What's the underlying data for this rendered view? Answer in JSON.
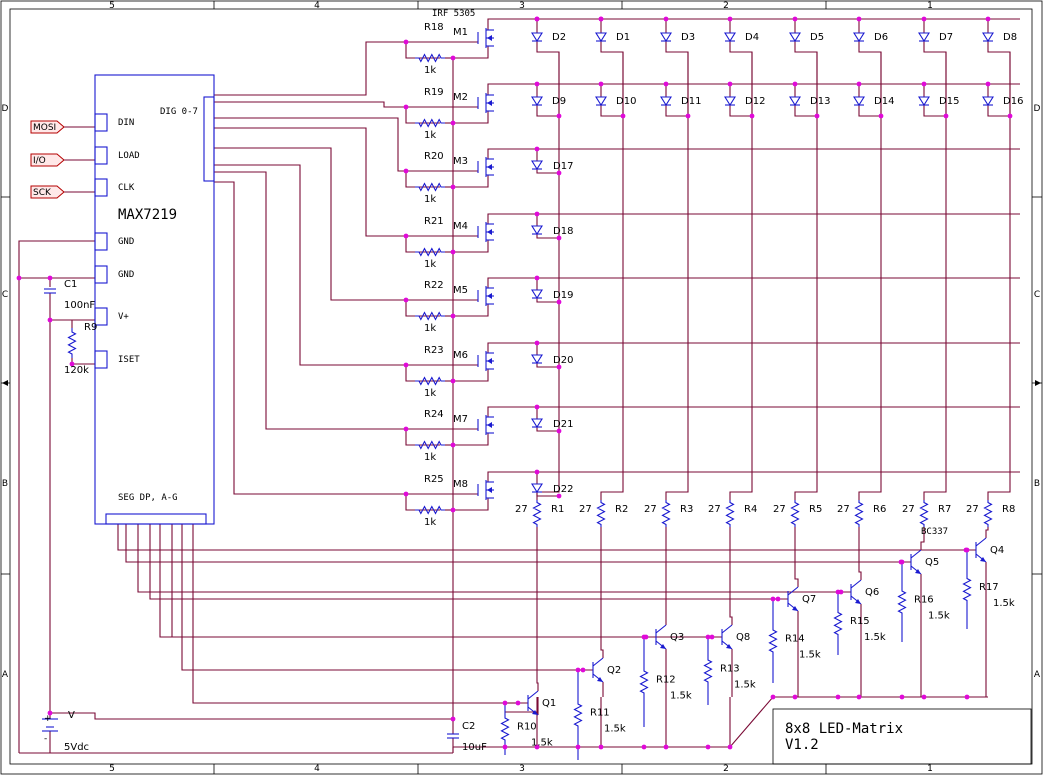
{
  "frame": {
    "cols_top": [
      "5",
      "4",
      "3",
      "2",
      "1"
    ],
    "cols_bottom": [
      "5",
      "4",
      "3",
      "2",
      "1"
    ],
    "rows_left": [
      "D",
      "C",
      "B",
      "A"
    ],
    "rows_right": [
      "D",
      "C",
      "B",
      "A"
    ]
  },
  "chip": {
    "name": "MAX7219",
    "pins_left": [
      "DIN",
      "LOAD",
      "CLK",
      "GND",
      "GND",
      "V+",
      "ISET"
    ],
    "digit_label": "DIG 0-7",
    "segment_label": "SEG DP, A-G"
  },
  "ports": [
    "MOSI",
    "I/O",
    "SCK"
  ],
  "mosfet_part": "IRF 5305",
  "mosfets": [
    "M1",
    "M2",
    "M3",
    "M4",
    "M5",
    "M6",
    "M7",
    "M8"
  ],
  "gate_resistors": [
    "R18",
    "R19",
    "R20",
    "R21",
    "R22",
    "R23",
    "R24",
    "R25"
  ],
  "gate_resistor_value": "1k",
  "led_row1": [
    "D2",
    "D1",
    "D3",
    "D4",
    "D5",
    "D6",
    "D7",
    "D8"
  ],
  "led_row2": [
    "D9",
    "D10",
    "D11",
    "D12",
    "D13",
    "D14",
    "D15",
    "D16"
  ],
  "led_col1": [
    "D17",
    "D18",
    "D19",
    "D20",
    "D21",
    "D22"
  ],
  "column_resistors": [
    "R1",
    "R2",
    "R3",
    "R4",
    "R5",
    "R6",
    "R7",
    "R8"
  ],
  "column_resistor_value": "27",
  "transistor_part": "BC337",
  "transistors": [
    "Q1",
    "Q2",
    "Q3",
    "Q8",
    "Q7",
    "Q6",
    "Q5",
    "Q4"
  ],
  "base_resistors": [
    "R10",
    "R11",
    "R12",
    "R13",
    "R14",
    "R15",
    "R16",
    "R17"
  ],
  "base_resistor_value": "1.5k",
  "misc": {
    "c1": "C1",
    "c1_val": "100nF",
    "r9": "R9",
    "r9_val": "120k",
    "c2": "C2",
    "c2_val": "10uF",
    "supply": "V",
    "supply_val": "5Vdc",
    "plus": "+",
    "minus": "-"
  },
  "title_block": {
    "line1": "8x8 LED-Matrix",
    "line2": "V1.2"
  },
  "colors": {
    "wire": "#7a0a35",
    "symbol": "#1a1ad0",
    "junction": "#e00ad8",
    "port": "#b40000"
  }
}
